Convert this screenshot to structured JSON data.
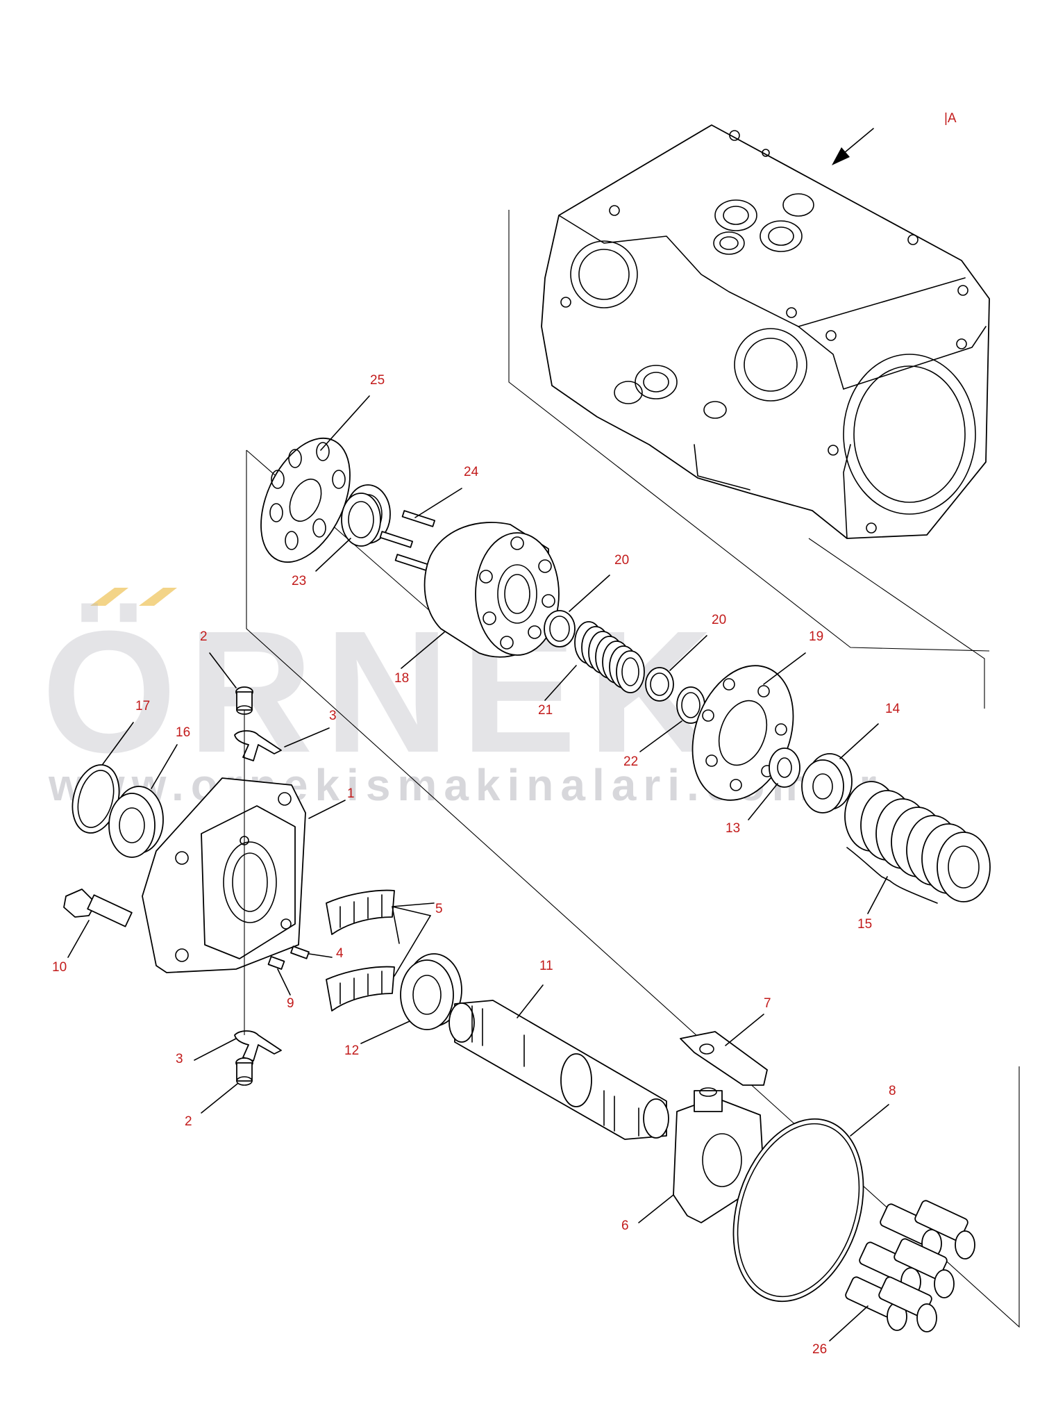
{
  "view_label": "|A",
  "watermark": {
    "brand": "ÖRNEK",
    "url": "www.ornekismakinalari.com.tr",
    "accent_color": "#f3d488",
    "text_color": "#b5b5bd"
  },
  "callouts": [
    {
      "id": "c25",
      "label": "25"
    },
    {
      "id": "c24",
      "label": "24"
    },
    {
      "id": "c23",
      "label": "23"
    },
    {
      "id": "c20a",
      "label": "20"
    },
    {
      "id": "c20b",
      "label": "20"
    },
    {
      "id": "c19",
      "label": "19"
    },
    {
      "id": "c18",
      "label": "18"
    },
    {
      "id": "c21",
      "label": "21"
    },
    {
      "id": "c22",
      "label": "22"
    },
    {
      "id": "c14",
      "label": "14"
    },
    {
      "id": "c13",
      "label": "13"
    },
    {
      "id": "c15",
      "label": "15"
    },
    {
      "id": "c2a",
      "label": "2"
    },
    {
      "id": "c3a",
      "label": "3"
    },
    {
      "id": "c17",
      "label": "17"
    },
    {
      "id": "c16",
      "label": "16"
    },
    {
      "id": "c1",
      "label": "1"
    },
    {
      "id": "c5",
      "label": "5"
    },
    {
      "id": "c4",
      "label": "4"
    },
    {
      "id": "c10",
      "label": "10"
    },
    {
      "id": "c9",
      "label": "9"
    },
    {
      "id": "c11",
      "label": "11"
    },
    {
      "id": "c12",
      "label": "12"
    },
    {
      "id": "c3b",
      "label": "3"
    },
    {
      "id": "c2b",
      "label": "2"
    },
    {
      "id": "c7",
      "label": "7"
    },
    {
      "id": "c8",
      "label": "8"
    },
    {
      "id": "c6",
      "label": "6"
    },
    {
      "id": "c26",
      "label": "26"
    }
  ]
}
